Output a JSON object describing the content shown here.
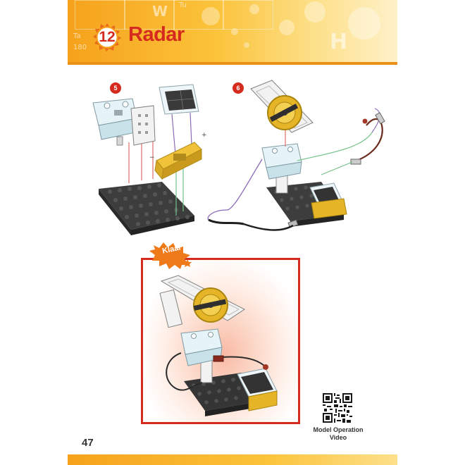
{
  "header": {
    "step_badge": "12",
    "title": "Radar"
  },
  "steps": [
    {
      "number": "5"
    },
    {
      "number": "6"
    }
  ],
  "completion": {
    "label": "Klaar"
  },
  "qr": {
    "label_line1": "Model Operation",
    "label_line2": "Video"
  },
  "footer": {
    "page_number": "47"
  },
  "colors": {
    "accent_red": "#d52b1e",
    "header_orange": "#f6a21c",
    "plate_gray": "#3a3a3a",
    "motor_blue": "#dff0f4",
    "gear_gold": "#e5b527"
  }
}
